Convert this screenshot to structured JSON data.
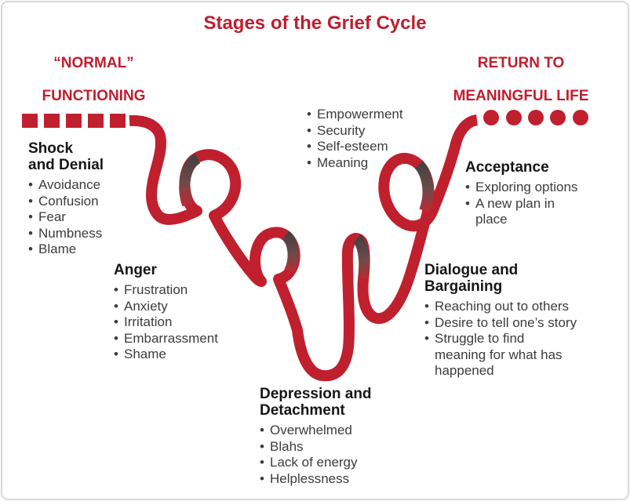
{
  "title": "Stages of the Grief Cycle",
  "endpoints": {
    "left_line1": "“NORMAL”",
    "left_line2": "FUNCTIONING",
    "right_line1": "RETURN TO",
    "right_line2": "MEANINGFUL LIFE"
  },
  "recovery_traits": {
    "items": [
      "Empowerment",
      "Security",
      "Self-esteem",
      "Meaning"
    ]
  },
  "stages": [
    {
      "name": "Shock\nand Denial",
      "items": [
        "Avoidance",
        "Confusion",
        "Fear",
        "Numbness",
        "Blame"
      ]
    },
    {
      "name": "Anger",
      "items": [
        "Frustration",
        "Anxiety",
        "Irritation",
        "Embarrassment",
        "Shame"
      ]
    },
    {
      "name": "Depression and\nDetachment",
      "items": [
        "Overwhelmed",
        "Blahs",
        "Lack of energy",
        "Helplessness"
      ]
    },
    {
      "name": "Dialogue and\nBargaining",
      "items": [
        "Reaching out to others",
        "Desire to tell one’s story",
        "Struggle to find\nmeaning for what has\nhappened"
      ]
    },
    {
      "name": "Acceptance",
      "items": [
        "Exploring options",
        "A new plan in\nplace"
      ]
    }
  ],
  "colors": {
    "ribbon_red": "#c0202e",
    "heading_red": "#bf1e2e",
    "stage_title_color": "#161616",
    "list_text_color": "#3c3c3c",
    "border_gray": "#d8d8d8",
    "twist_dark": "#454142"
  }
}
